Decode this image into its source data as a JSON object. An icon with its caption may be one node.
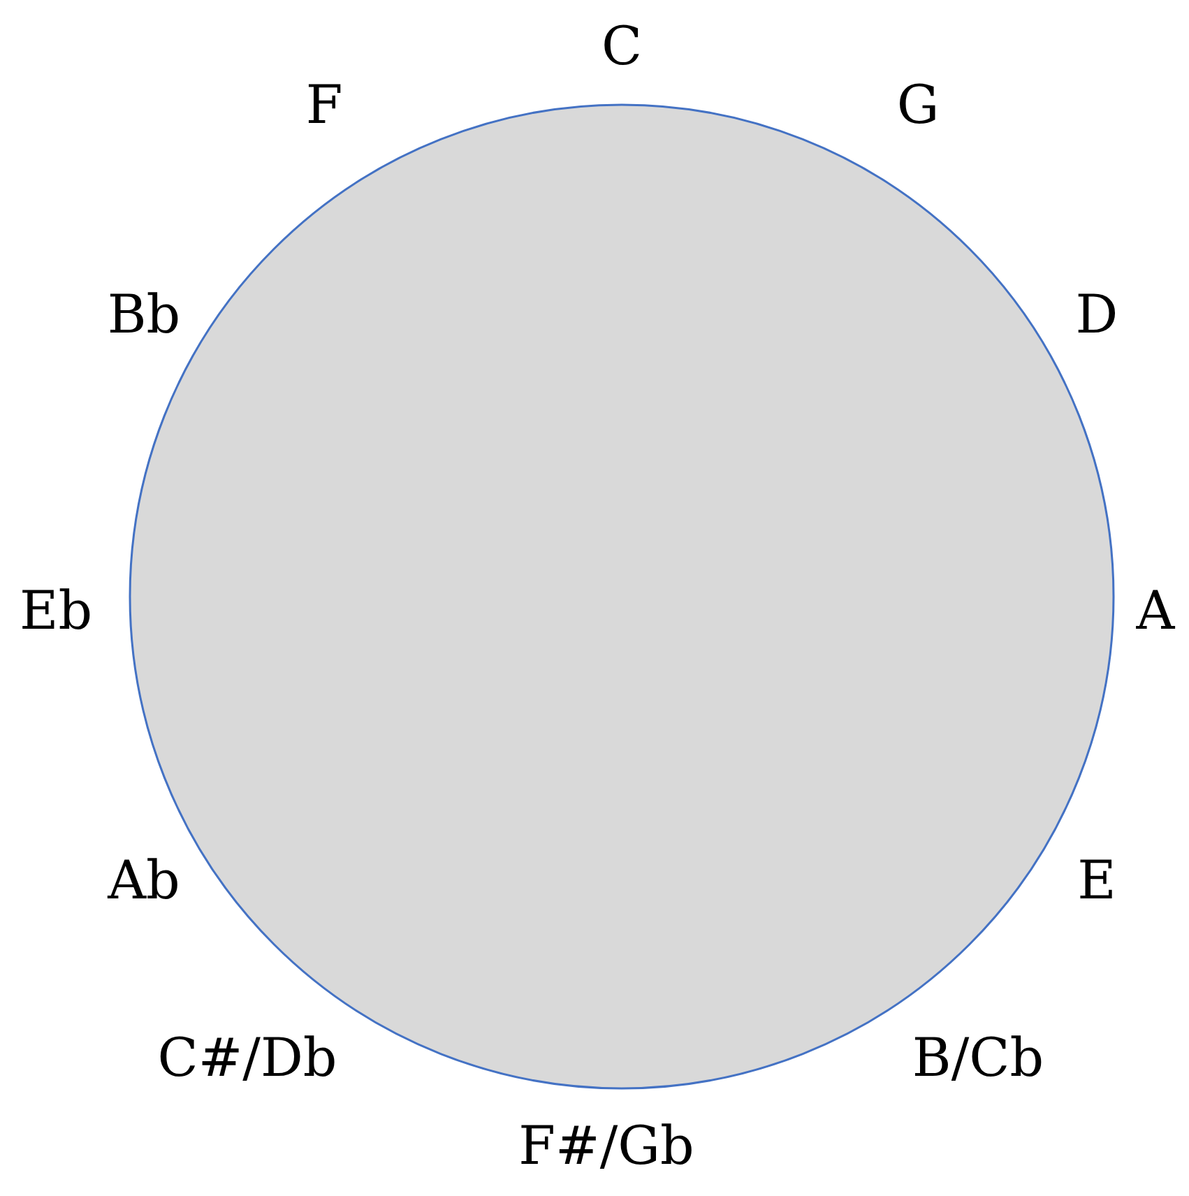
{
  "diagram": {
    "labels": [
      "C",
      "G",
      "D",
      "A",
      "E",
      "B/Cb",
      "F#/Gb",
      "C#/Db",
      "Ab",
      "Eb",
      "Bb",
      "F"
    ]
  }
}
